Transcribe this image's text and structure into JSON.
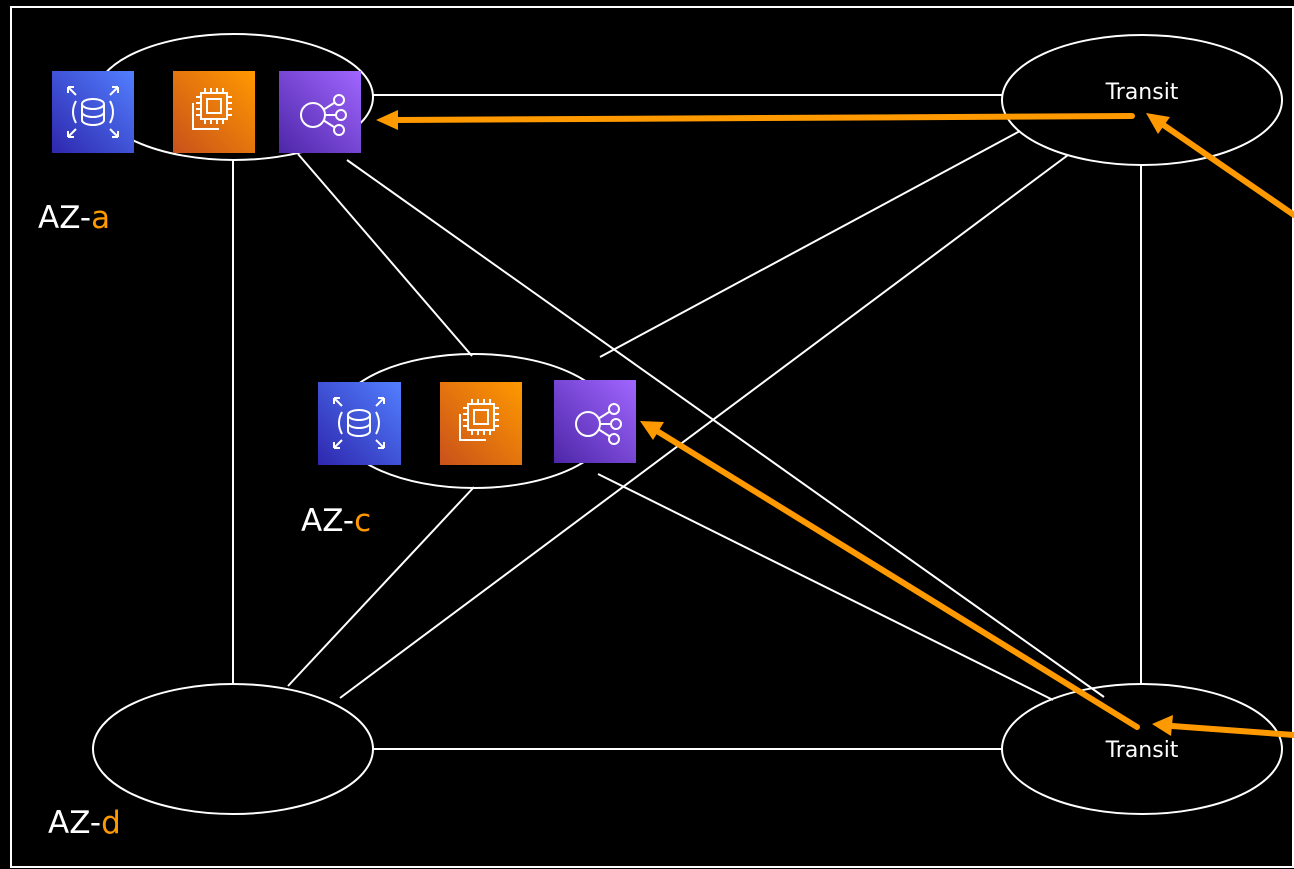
{
  "azs": [
    {
      "id": "a",
      "prefix": "AZ-",
      "suffix": "a"
    },
    {
      "id": "c",
      "prefix": "AZ-",
      "suffix": "c"
    },
    {
      "id": "d",
      "prefix": "AZ-",
      "suffix": "d"
    }
  ],
  "transit": {
    "top_label": "Transit",
    "bottom_label": "Transit"
  },
  "icons": {
    "rds_icon": "rds-icon",
    "ec2_icon": "ec2-icon",
    "endpoint_icon": "vpc-endpoint-icon"
  },
  "colors": {
    "background": "#000000",
    "line": "#ffffff",
    "arrow": "#ff9900",
    "accent": "#ff9900",
    "rds": "#3b48cc",
    "ec2": "#e7751c",
    "endpoint": "#7d4bdc"
  }
}
